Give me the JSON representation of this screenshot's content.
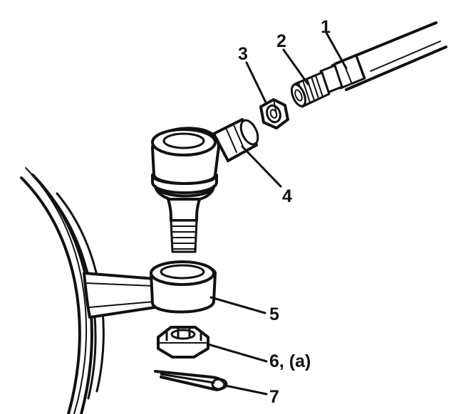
{
  "callouts": [
    {
      "id": "tie-rod",
      "label": "1"
    },
    {
      "id": "threaded-end",
      "label": "2"
    },
    {
      "id": "lock-nut",
      "label": "3"
    },
    {
      "id": "tie-rod-end",
      "label": "4"
    },
    {
      "id": "steering-knuckle-arm",
      "label": "5"
    },
    {
      "id": "castle-nut",
      "label": "6, (a)"
    },
    {
      "id": "cotter-pin",
      "label": "7"
    }
  ],
  "colors": {
    "ink": "#111111",
    "paper": "#ffffff"
  }
}
